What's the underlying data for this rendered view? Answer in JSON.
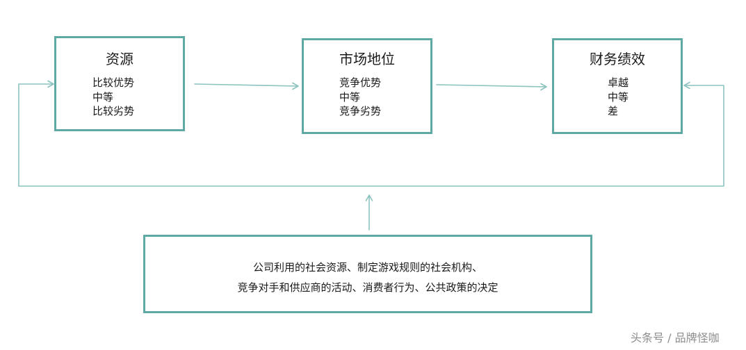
{
  "diagram": {
    "boxes": {
      "resources": {
        "title": "资源",
        "items": [
          "比较优势",
          "中等",
          "比较劣势"
        ]
      },
      "market_position": {
        "title": "市场地位",
        "items": [
          "竞争优势",
          "中等",
          "竞争劣势"
        ]
      },
      "financial_performance": {
        "title": "财务绩效",
        "items": [
          "卓越",
          "中等",
          "差"
        ]
      }
    },
    "context": {
      "lines": [
        "公司利用的社会资源、制定游戏规则的社会机构、",
        "竞争对手和供应商的活动、消费者行为、公共政策的决定"
      ]
    },
    "colors": {
      "border": "#5fa9a4",
      "connector": "#8cc3bf",
      "text": "#1a1a1a",
      "watermark": "#8c8c8c"
    }
  },
  "watermark": "头条号 / 品牌怪咖"
}
